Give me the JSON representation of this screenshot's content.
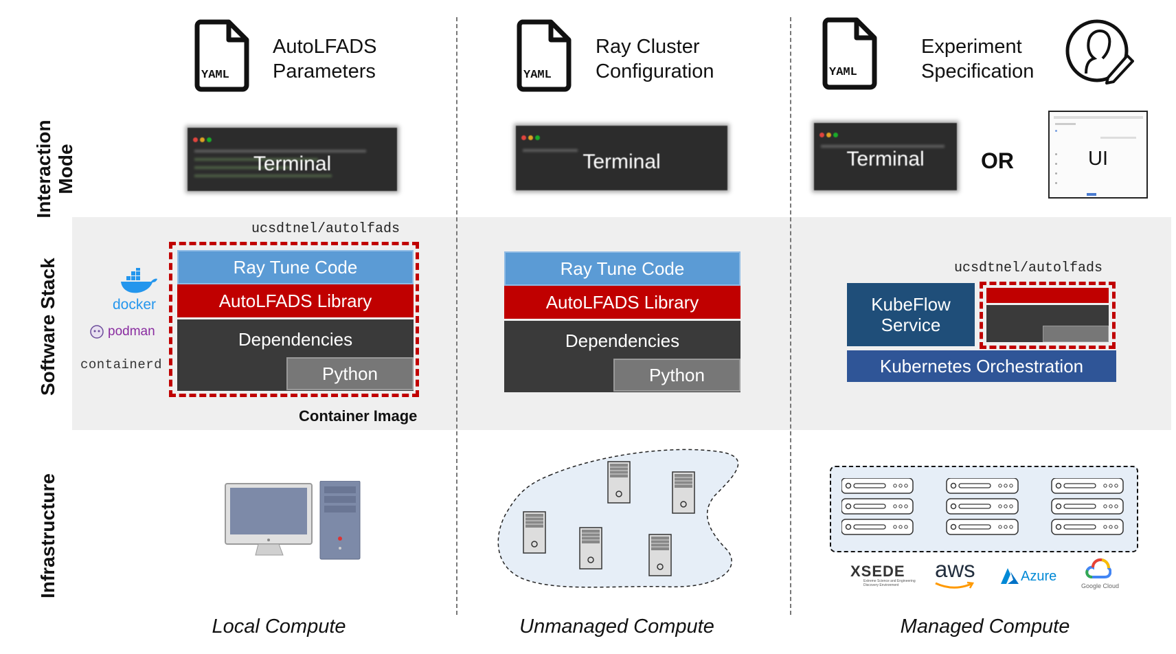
{
  "rows": {
    "interaction": "Interaction Mode",
    "interaction_l1": "Interaction",
    "interaction_l2": "Mode",
    "software": "Software Stack",
    "infrastructure": "Infrastructure"
  },
  "columns": {
    "local": {
      "yaml_tag": "YAML",
      "param_line1": "AutoLFADS",
      "param_line2": "Parameters",
      "terminal": "Terminal",
      "image_name": "ucsdtnel/autolfads",
      "ray_tune": "Ray Tune Code",
      "autolfads_lib": "AutoLFADS Library",
      "dependencies": "Dependencies",
      "python": "Python",
      "container_caption": "Container Image",
      "runtimes": [
        "docker",
        "podman",
        "containerd"
      ],
      "footer": "Local Compute"
    },
    "unmanaged": {
      "yaml_tag": "YAML",
      "param_line1": "Ray Cluster",
      "param_line2": "Configuration",
      "terminal": "Terminal",
      "ray_tune": "Ray Tune Code",
      "autolfads_lib": "AutoLFADS Library",
      "dependencies": "Dependencies",
      "python": "Python",
      "footer": "Unmanaged Compute"
    },
    "managed": {
      "yaml_tag": "YAML",
      "param_line1": "Experiment",
      "param_line2": "Specification",
      "terminal": "Terminal",
      "or_label": "OR",
      "ui_label": "UI",
      "image_name": "ucsdtnel/autolfads",
      "kubeflow_l1": "KubeFlow",
      "kubeflow_l2": "Service",
      "kubernetes": "Kubernetes Orchestration",
      "providers": [
        "XSEDE",
        "aws",
        "Azure",
        "Google Cloud"
      ],
      "xsede_sub": "Extreme Science and Engineering Discovery Environment",
      "footer": "Managed Compute"
    }
  },
  "colors": {
    "ray_tune": "#5b9bd5",
    "autolfads": "#c00000",
    "dependencies": "#3a3a3a",
    "python": "#777777",
    "kubeflow": "#1f4e79",
    "kubernetes": "#2f5597",
    "band": "#efefef"
  },
  "icons": [
    "yaml-file-icon",
    "user-edit-icon",
    "desktop-computer-icon",
    "server-tower-icon",
    "server-rack-icon"
  ]
}
